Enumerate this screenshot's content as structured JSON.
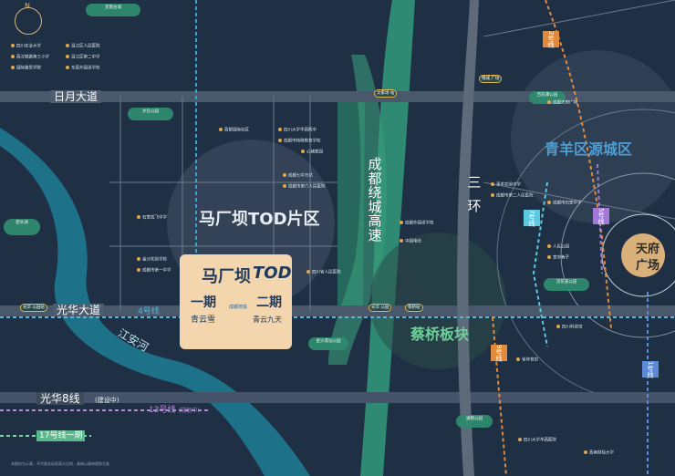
{
  "compass": {
    "north": "N"
  },
  "roads": {
    "riyue": "日月大道",
    "guanghua": "光华大道",
    "guanghua8": "光华8线",
    "guanghua8_note": "(建设中)",
    "ring_line1": "成都",
    "ring_line2": "绕城",
    "ring_line3": "高速",
    "third_ring1": "三",
    "third_ring2": "环"
  },
  "metro": {
    "line2": "2号线",
    "line4": "4号线",
    "line5": "5号线",
    "line7": "7号线",
    "line9": "9号线",
    "line1": "1号线",
    "line13": "13号线",
    "line13_note": "(规划中)",
    "line17": "17号线一期"
  },
  "districts": {
    "tod": "马厂坝TOD片区",
    "qingyang": "青羊区源城区",
    "caiqiao": "蔡桥板块",
    "tianfu1": "天府",
    "tianfu2": "广场"
  },
  "river": {
    "jiangan": "江安河"
  },
  "project": {
    "logo": "马厂坝",
    "logo_suffix": "TOD",
    "phase1": "一期",
    "phase1_name": "青云雪",
    "phase2": "二期",
    "phase2_name": "青云九天",
    "badge": "成都地铁"
  },
  "stations": {
    "wenjia": "文家场\n站",
    "guanghua_station": "光华\n公园站",
    "guangfu": "光华\n公园",
    "caiqiao_station": "蔡桥站",
    "xinan": "锦城\n广场"
  },
  "parks": {
    "furong": "芙蓉古城",
    "bishui": "碧水湖",
    "wenzhou": "文化公园",
    "jinquan": "金沙遗址公园",
    "wanjiawan": "浣花溪公园",
    "huanhua": "百花潭公园",
    "tongzi": "通锦公园"
  },
  "pois_left": [
    "四川农业大学",
    "西汉铁路第三小学",
    "国际雅思学院",
    "温江区人民医院",
    "温江区第二中学",
    "东辰外国语学校"
  ],
  "pois_center": [
    "西部国际社区",
    "四川大学华西附中",
    "成都市特殊教育学校",
    "心绪家园",
    "成都七中万达",
    "成都市第六人民医院",
    "石室成飞中学",
    "金沙实验学校",
    "成都市第一中学",
    "四川省人民医院",
    "成都外国语学校",
    "中国电信"
  ],
  "pois_right": [
    "成都天府广场",
    "青羊实验中学",
    "成都市第二人民医院",
    "成都市石室中学",
    "人民公园",
    "宽窄巷子",
    "四川科技馆",
    "省体育馆",
    "西南财经大学",
    "四川大学华西医院"
  ],
  "footnote": "本图仅为示意，不代表实际距离与比例，具体以政府规划为准"
}
